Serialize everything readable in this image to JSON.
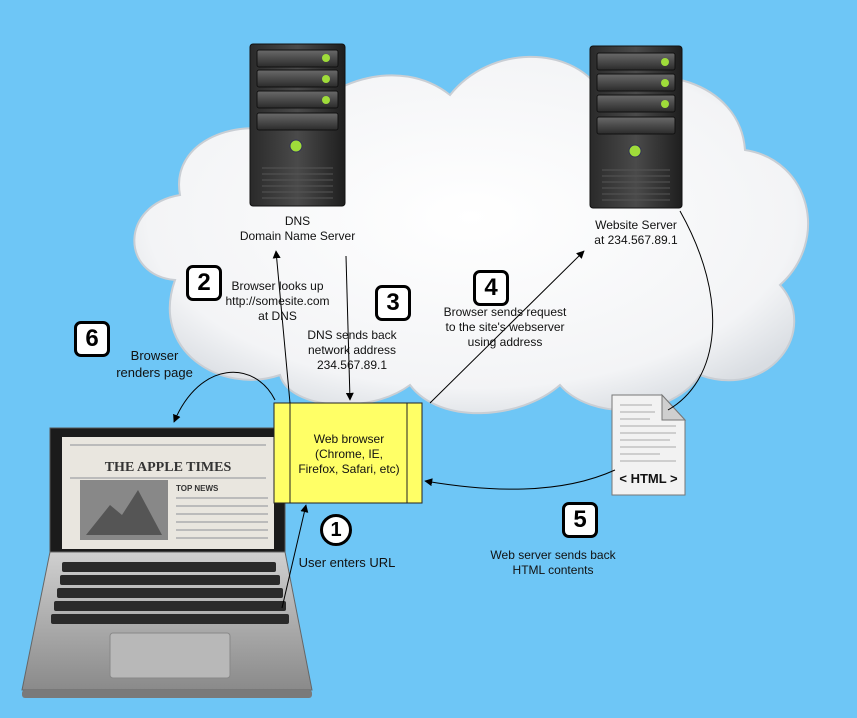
{
  "servers": {
    "dns_title": "DNS",
    "dns_subtitle": "Domain Name Server",
    "web_title": "Website Server",
    "web_subtitle": "at 234.567.89.1"
  },
  "browser": {
    "line1": "Web browser",
    "line2": "(Chrome, IE,",
    "line3": "Firefox, Safari, etc)"
  },
  "steps": [
    {
      "number": "1",
      "lines": [
        "User enters URL"
      ]
    },
    {
      "number": "2",
      "lines": [
        "Browser looks up",
        "http://somesite.com",
        "at DNS"
      ]
    },
    {
      "number": "3",
      "lines": [
        "DNS sends back",
        "network address",
        "234.567.89.1"
      ]
    },
    {
      "number": "4",
      "lines": [
        "Browser sends request",
        "to the site's webserver",
        "using address"
      ]
    },
    {
      "number": "5",
      "lines": [
        "Web server sends back",
        "HTML contents"
      ]
    },
    {
      "number": "6",
      "lines": [
        "Browser",
        "renders page"
      ]
    }
  ],
  "document": {
    "label": "< HTML >"
  },
  "laptop_screen": {
    "masthead": "THE APPLE TIMES",
    "section": "TOP NEWS"
  },
  "colors": {
    "sky": "#6ec6f6",
    "browser_box": "#ffff66",
    "cloud": "#f2f4f6"
  }
}
